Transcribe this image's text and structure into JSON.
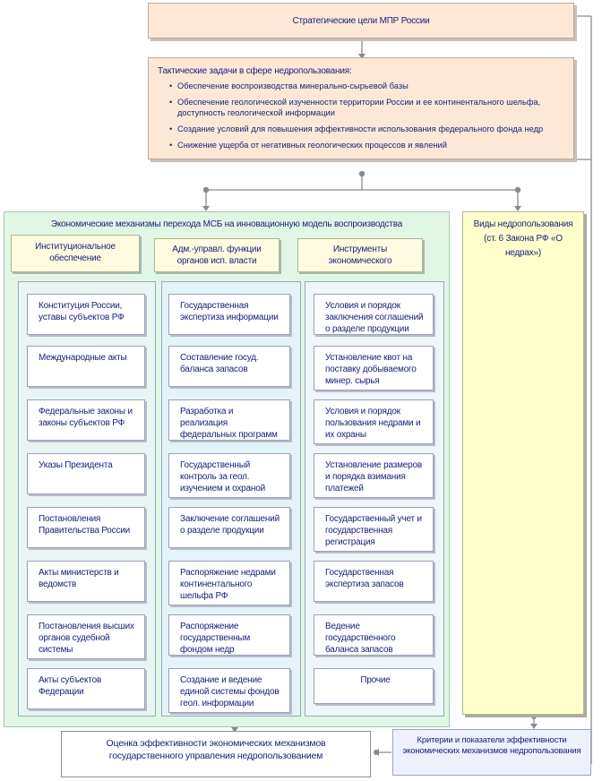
{
  "strategic_goals": "Стратегические цели МПР России",
  "tactical": {
    "title": "Тактические задачи в сфере недропользования:",
    "items": [
      "Обеспечение воспроизводства минерально-сырьевой базы",
      "Обеспечение геологической изученности территории России и ее континентального шельфа, доступность геологической информации",
      "Создание условий для повышения эффективности использования федерального фонда недр",
      "Снижение ущерба от негативных геологических процессов и явлений"
    ]
  },
  "mechanisms_title": "Экономические механизмы перехода МСБ на инновационную модель воспроизводства",
  "column_headers": {
    "institutional": "Институциональное обеспечение",
    "admin": "Адм.-управл. функции органов исп. власти",
    "instruments": "Инструменты экономического"
  },
  "institutional_items": [
    "Конституция России, уставы субъектов РФ",
    "Международные акты",
    "Федеральные законы и законы субъектов РФ",
    "Указы Президента",
    "Постановления Правительства России",
    "Акты министерств и ведомств",
    "Постановления высших органов судебной системы",
    "Акты субъектов Федерации"
  ],
  "admin_items": [
    "Государственная экспертиза информации",
    "Составление госуд. баланса запасов",
    "Разработка и реализация федеральных программ",
    "Государственный контроль за геол. изучением и охраной",
    "Заключение соглашений о разделе продукции",
    "Распоряжение недрами континентального шельфа РФ",
    "Распоряжение государственным фондом недр",
    "Создание и ведение единой системы фондов геол. информации"
  ],
  "instrument_items": [
    "Условия и порядок заключения соглашений о разделе продукции",
    "Установление квот на поставку добываемого минер. сырья",
    "Условия и порядок пользования недрами и их охраны",
    "Установление размеров и порядка взимания платежей",
    "Государственный учет и государственная регистрация",
    "Государственная экспертиза запасов",
    "Ведение государственного баланса запасов",
    "Прочие"
  ],
  "subsoil_types": "Виды недропользования (ст. 6 Закона РФ «О недрах»)",
  "evaluation": "Оценка эффективности экономических механизмов государственного управления недропользованием",
  "criteria": "Критерии и показатели эффективности экономических механизмов недропользования"
}
